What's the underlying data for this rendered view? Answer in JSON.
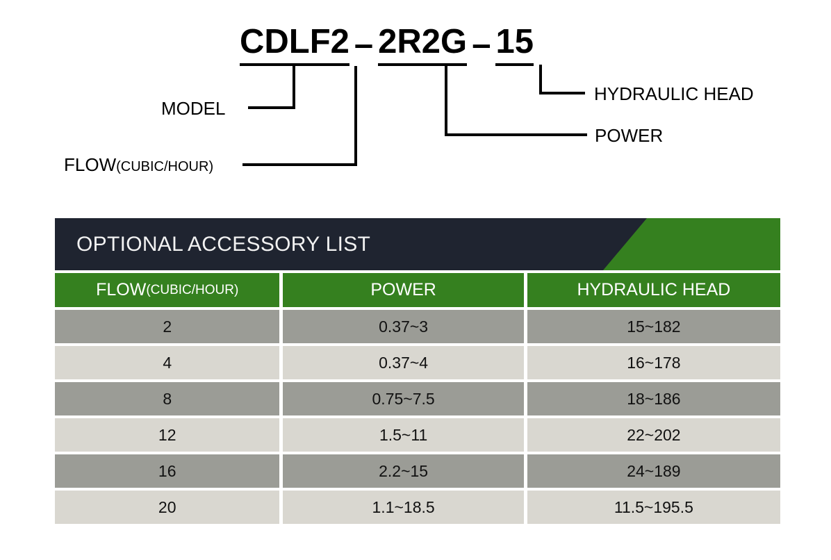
{
  "diagram": {
    "code": {
      "model": "CDLF",
      "flow": "2",
      "dash1": "–",
      "power": "2R2G",
      "dash2": "–",
      "head": "15"
    },
    "labels": {
      "model": "MODEL",
      "flow_main": "FLOW",
      "flow_sub": "(CUBIC/HOUR)",
      "power": "POWER",
      "head": "HYDRAULIC HEAD"
    }
  },
  "table": {
    "banner_title": "OPTIONAL ACCESSORY LIST",
    "colors": {
      "dark_navy": "#1f2430",
      "green": "#35801f",
      "row_dark": "#9b9c96",
      "row_light": "#d9d7d0",
      "header_text": "#ffffff"
    },
    "columns": [
      {
        "main": "FLOW",
        "sub": "(CUBIC/HOUR)"
      },
      {
        "main": "POWER",
        "sub": ""
      },
      {
        "main": "HYDRAULIC HEAD",
        "sub": ""
      }
    ],
    "rows": [
      {
        "flow": "2",
        "power": "0.37~3",
        "head": "15~182"
      },
      {
        "flow": "4",
        "power": "0.37~4",
        "head": "16~178"
      },
      {
        "flow": "8",
        "power": "0.75~7.5",
        "head": "18~186"
      },
      {
        "flow": "12",
        "power": "1.5~11",
        "head": "22~202"
      },
      {
        "flow": "16",
        "power": "2.2~15",
        "head": "24~189"
      },
      {
        "flow": "20",
        "power": "1.1~18.5",
        "head": "11.5~195.5"
      }
    ]
  }
}
